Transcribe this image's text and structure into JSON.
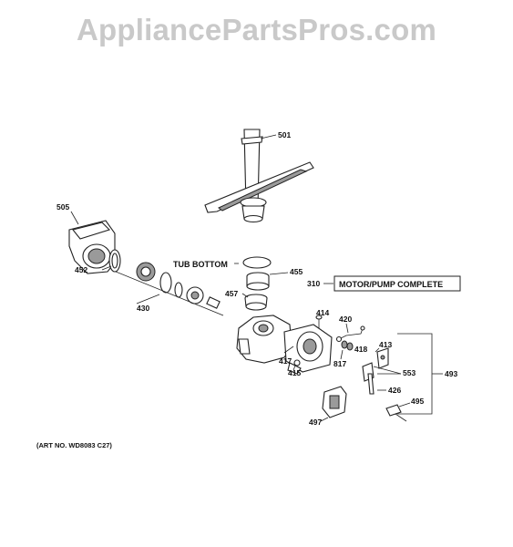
{
  "watermark": "AppliancePartsPros.com",
  "callouts": {
    "c501": "501",
    "c505": "505",
    "c452": "452",
    "c430": "430",
    "c455": "455",
    "c457": "457",
    "c310": "310",
    "c414": "414",
    "c420": "420",
    "c418": "418",
    "c413": "413",
    "c417": "417",
    "c817": "817",
    "c415": "415",
    "c553": "553",
    "c493": "493",
    "c426": "426",
    "c495": "495",
    "c497": "497"
  },
  "tub_bottom": "TUB BOTTOM",
  "motor_pump_box": "MOTOR/PUMP COMPLETE",
  "art_no": "(ART NO. WD8083 C27)"
}
